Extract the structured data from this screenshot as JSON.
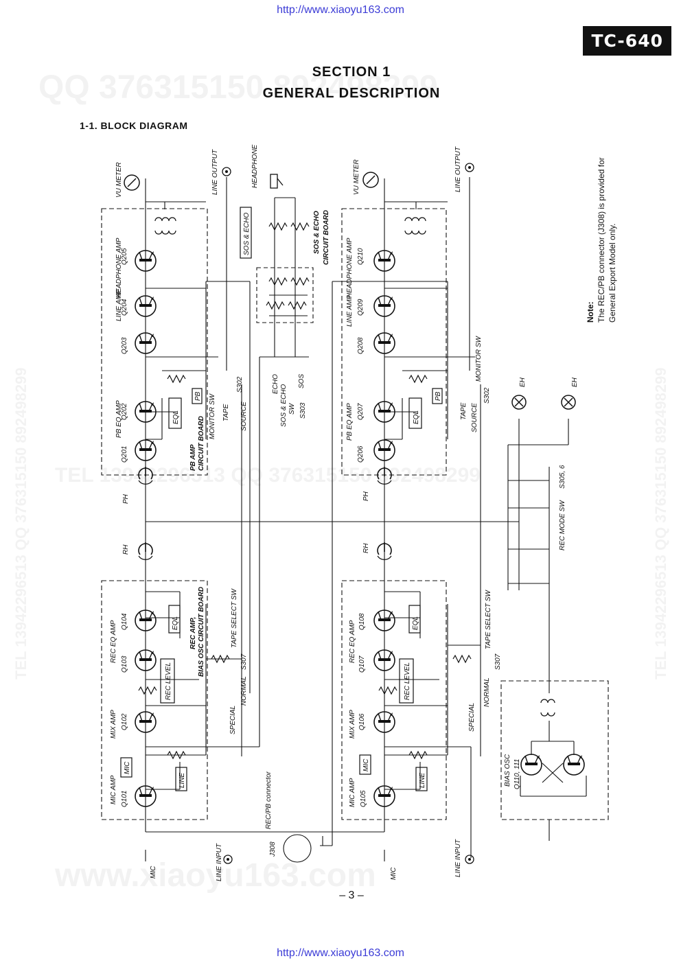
{
  "header": {
    "url_top": "http://www.xiaoyu163.com",
    "model": "TC-640",
    "section": "SECTION 1",
    "title": "GENERAL DESCRIPTION",
    "subsection": "1-1.  BLOCK DIAGRAM"
  },
  "watermarks": {
    "qq_top": "QQ 376315150  892498299",
    "tel_side": "TEL 13942296513  QQ 376315150  892498299",
    "tel_mid": "TEL 13942296513  QQ 376315150  892498299",
    "www_bottom": "www.xiaoyu163.com"
  },
  "note": {
    "heading": "Note:",
    "line1": "The REC/PB connector (J308) is provided for",
    "line2": "General Export Model only."
  },
  "footer": {
    "page": "– 3 –",
    "url_bottom": "http://www.xiaoyu163.com"
  },
  "diagram": {
    "left": {
      "vu_meter": "VU METER",
      "line_output": "LINE OUTPUT",
      "headphone_amp": "HEADPHONE AMP",
      "q_hp": "Q205",
      "line_amp": "LINE AMP",
      "q_line1": "Q203",
      "q_line2": "Q204",
      "pb_eq_amp": "PB EQ AMP",
      "q_pb1": "Q201",
      "q_pb2": "Q202",
      "eql": "EQL",
      "pb": "PB",
      "pb_board": "PB AMP",
      "pb_board2": "CIRCUIT BOARD",
      "monitor_sw": "MONITOR SW",
      "tape": "TAPE",
      "source": "SOURCE",
      "s302": "S302",
      "ph": "PH",
      "rh": "RH",
      "rec_eq_amp": "REC EQ AMP",
      "q_rec1": "Q103",
      "q_rec2": "Q104",
      "rec_level": "REC LEVEL",
      "rec_board": "REC AMP,",
      "rec_board2": "BIAS OSC CIRCUIT BOARD",
      "tape_select_sw": "TAPE SELECT SW",
      "s307": "S307",
      "normal": "NORMAL",
      "special": "SPECIAL",
      "mix_amp": "MIX AMP",
      "q_mix": "Q102",
      "mic_amp": "MIC AMP",
      "q_mic": "Q101",
      "mic_box": "MIC",
      "line_box": "LINE",
      "mic": "MIC",
      "line_input": "LINE INPUT"
    },
    "center": {
      "headphone": "HEADPHONE",
      "sos_echo_box": "SOS & ECHO",
      "sos_echo_board": "SOS & ECHO",
      "circuit_board": "CIRCUIT BOARD",
      "echo": "ECHO",
      "sos": "SOS",
      "sos_echo_sw": "SOS & ECHO",
      "sw": "SW",
      "s303": "S303",
      "rec_pb_connector": "REC/PB connector",
      "j308": "J308"
    },
    "right": {
      "vu_meter": "VU METER",
      "line_output": "LINE OUTPUT",
      "headphone_amp": "HEADPHONE AMP",
      "q_hp": "Q210",
      "line_amp": "LINE AMP",
      "q_line1": "Q208",
      "q_line2": "Q209",
      "pb_eq_amp": "PB EQ AMP",
      "q_pb1": "Q206",
      "q_pb2": "Q207",
      "eql": "EQL",
      "pb": "PB",
      "monitor_sw": "MONITOR SW",
      "tape": "TAPE",
      "source": "SOURCE",
      "s302": "S302",
      "ph": "PH",
      "rh": "RH",
      "rec_eq_amp": "REC EQ AMP",
      "q_rec1": "Q107",
      "q_rec2": "Q108",
      "rec_level": "REC LEVEL",
      "tape_select_sw": "TAPE SELECT SW",
      "s307": "S307",
      "normal": "NORMAL",
      "special": "SPECIAL",
      "mix_amp": "MIX AMP",
      "q_mix": "Q106",
      "mic_amp": "MIC AMP",
      "q_mic": "Q105",
      "mic_box": "MIC",
      "line_box": "LINE",
      "mic": "MIC",
      "line_input": "LINE INPUT"
    },
    "far_right": {
      "eh1": "EH",
      "eh2": "EH",
      "s305": "S305, 6",
      "rec_mode_sw": "REC MODE SW",
      "bias_osc": "BIAS OSC",
      "q_osc": "Q110, 111"
    }
  }
}
